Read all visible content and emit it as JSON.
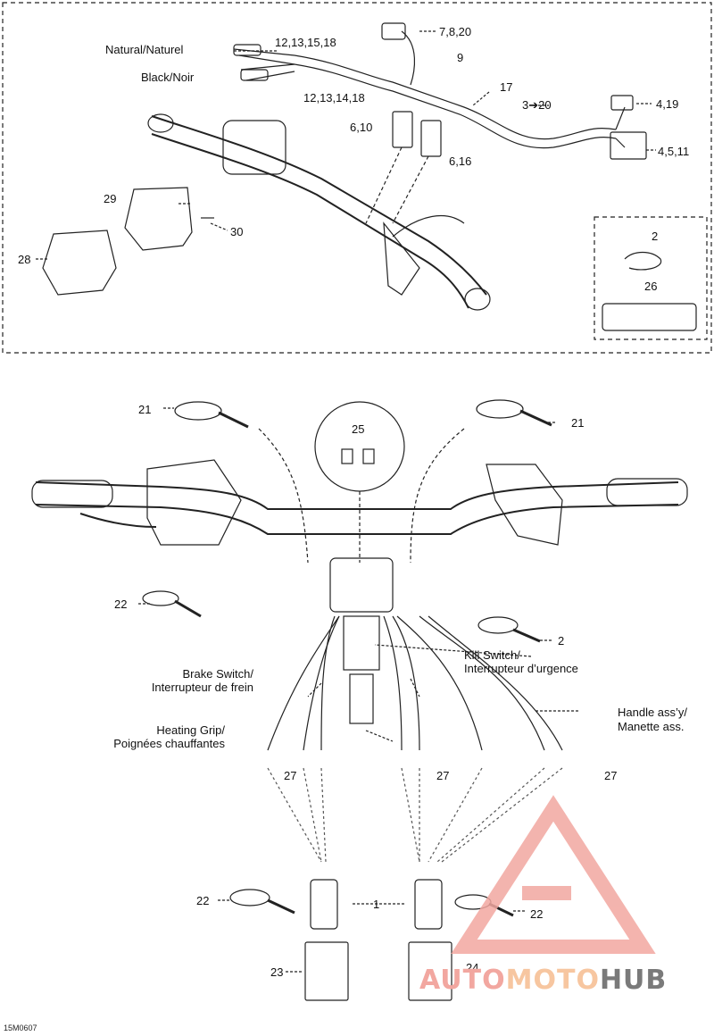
{
  "top_labels": {
    "natural": "Natural/Naturel",
    "natural_parts": "12,13,15,18",
    "black": "Black/Noir",
    "black_parts": "12,13,14,18",
    "p_7_8_20": "7,8,20",
    "p_9": "9",
    "p_17": "17",
    "p_3_20": "3➔20",
    "p_4_19": "4,19",
    "p_4_5_11": "4,5,11",
    "p_6_10": "6,10",
    "p_6_16": "6,16",
    "p_29": "29",
    "p_30": "30",
    "p_28": "28",
    "p_2": "2",
    "p_26": "26"
  },
  "bottom_labels": {
    "p_21_left": "21",
    "p_21_right": "21",
    "p_25": "25",
    "p_22_a": "22",
    "p_2": "2",
    "kill_switch_1": "Kill Switch/",
    "kill_switch_2": "Interrupteur d’urgence",
    "brake_switch_1": "Brake Switch/",
    "brake_switch_2": "Interrupteur de frein",
    "handle_1": "Handle ass’y/",
    "handle_2": "Manette ass.",
    "heating_1": "Heating Grip/",
    "heating_2": "Poignées chauffantes",
    "p_27_a": "27",
    "p_27_b": "27",
    "p_27_c": "27",
    "p_22_b": "22",
    "p_1": "1",
    "p_22_c": "22",
    "p_23": "23",
    "p_24": "24"
  },
  "reference_code": "15M0607",
  "watermark": {
    "part1": "AUTO",
    "part2": "MOTO",
    "part3": "HUB",
    "color_red": "#f2a7a0",
    "color_orange": "#f7c6a0",
    "color_gray": "#7a7a7a"
  }
}
